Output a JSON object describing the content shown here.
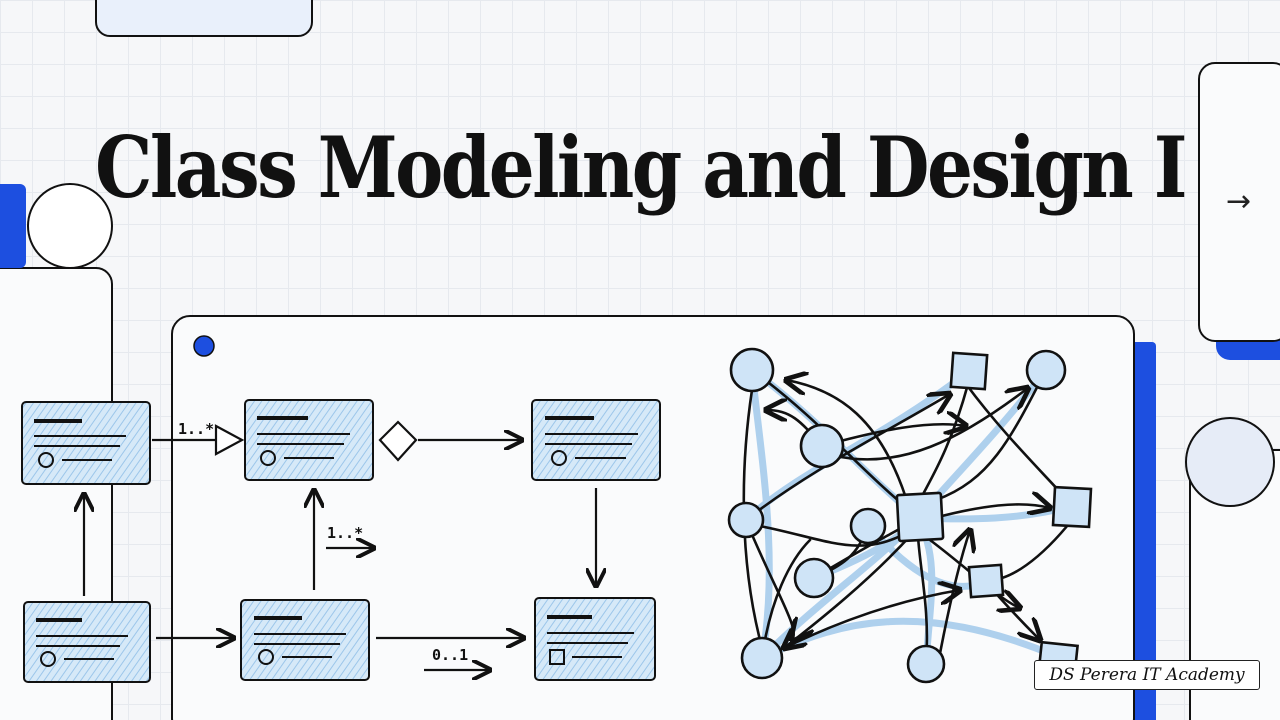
{
  "slide": {
    "title": "Class Modeling and Design I",
    "next_icon": "arrow-right-icon",
    "watermark": "DS Perera IT Academy"
  },
  "diagram": {
    "multiplicities": [
      "1..*",
      "1..*",
      "0..1"
    ]
  },
  "colors": {
    "accent_blue": "#1d4fe0",
    "fill_blue": "#cfe4f7",
    "line": "#111111"
  }
}
